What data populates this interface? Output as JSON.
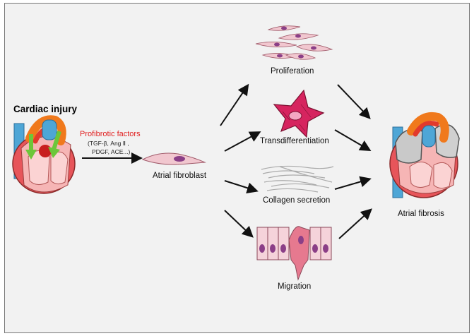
{
  "left": {
    "title": "Cardiac injury",
    "factors_label": "Profibrotic factors",
    "factors_line1": "(TGF-β, Ang Ⅱ ,",
    "factors_line2": "PDGF, ACE...)"
  },
  "center": {
    "fibroblast_label": "Atrial fibroblast"
  },
  "processes": {
    "proliferation": "Proliferation",
    "transdifferentiation": "Transdifferentiation",
    "collagen": "Collagen secretion",
    "migration": "Migration"
  },
  "right": {
    "outcome": "Atrial  fibrosis"
  },
  "colors": {
    "cell_pink": "#f1c7cf",
    "cell_outline": "#a05a6a",
    "nucleus": "#8b3f87",
    "myofibroblast": "#d6245f",
    "heart_red": "#e23a2c",
    "heart_pink": "#f2a9a9",
    "vessel_blue": "#4ea6d6",
    "arrow_green": "#6cc63a"
  }
}
